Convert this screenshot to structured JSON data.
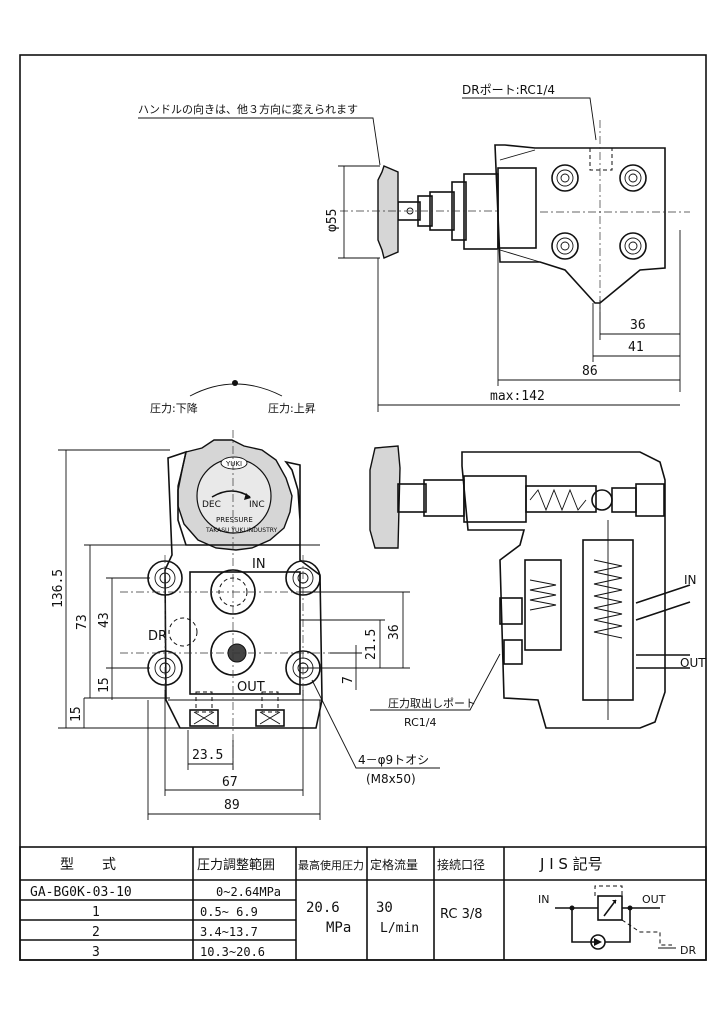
{
  "notes": {
    "handle_direction": "ハンドルの向きは、他３方向に変えられます",
    "dr_port": "DRポート:RC1/4",
    "pressure_down": "圧力:下降",
    "pressure_up": "圧力:上昇",
    "pressure_port_title": "圧力取出しポート",
    "pressure_port_size": "RC1/4",
    "bolt_holes": "4－φ9トオシ",
    "bolts": "(M8x50)"
  },
  "knob": {
    "brand": "YUKI",
    "dec": "DEC",
    "inc": "INC",
    "pressure": "PRESSURE",
    "maker": "TAKASU YUKI INDUSTRY"
  },
  "ports": {
    "in": "IN",
    "out": "OUT",
    "dr": "DR"
  },
  "dimensions": {
    "phi55": "φ55",
    "d36_top": "36",
    "d41": "41",
    "d86": "86",
    "max142": "max:142",
    "d136_5": "136.5",
    "d73": "73",
    "d43": "43",
    "d15a": "15",
    "d15b": "15",
    "d21_5": "21.5",
    "d36_side": "36",
    "d7": "7",
    "d23_5": "23.5",
    "d67": "67",
    "d89": "89"
  },
  "table": {
    "headers": [
      "型　　式",
      "圧力調整範囲",
      "最高使用圧力",
      "定格流量",
      "接続口径",
      "J I S 記号"
    ],
    "rows": [
      {
        "model": "GA-BG0K-03-10",
        "range": "0~2.64MPa"
      },
      {
        "model": "1",
        "range": "0.5~ 6.9"
      },
      {
        "model": "2",
        "range": "3.4~13.7"
      },
      {
        "model": "3",
        "range": "10.3~20.6"
      }
    ],
    "max_pressure_value": "20.6",
    "max_pressure_unit": "MPa",
    "flow_value": "30",
    "flow_unit": "L/min",
    "port_size": "RC 3/8",
    "jis_in": "IN",
    "jis_out": "OUT",
    "jis_dr": "DR"
  }
}
